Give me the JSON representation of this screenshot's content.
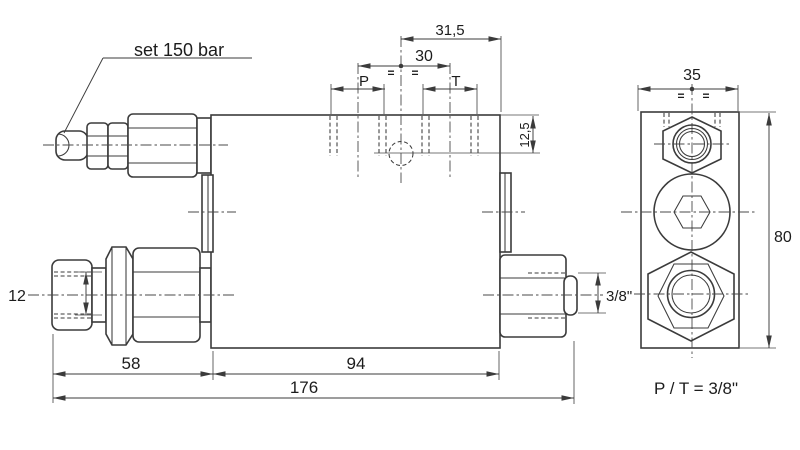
{
  "drawing": {
    "pressure_setting": "set 150 bar",
    "note_ports": "P / T = 3/8\"",
    "labels": {
      "port_p": "P",
      "port_t": "T"
    },
    "symbols": {
      "equal": "="
    },
    "dims": {
      "port_offset": "31,5",
      "port_spacing": "30",
      "hole_depth": "12,5",
      "left_port_thread": "12",
      "fitting_length": "58",
      "body_length": "94",
      "total_length": "176",
      "right_port_thread": "3/8\"",
      "end_width": "35",
      "end_height": "80"
    },
    "colors": {
      "line": "#3b3b3b",
      "text": "#1c1c1c",
      "background": "#ffffff"
    }
  }
}
